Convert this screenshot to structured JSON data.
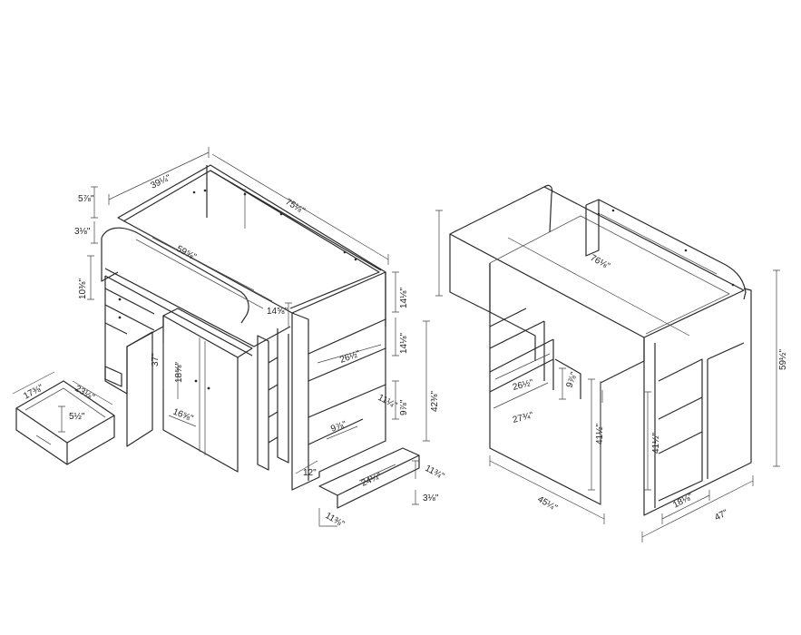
{
  "left_view": {
    "dims": {
      "d_5_7_8": "5⅞\"",
      "d_39_1_4": "39¼\"",
      "d_75_1_8": "75⅛\"",
      "d_3_1_8": "3⅛\"",
      "d_59_5_8": "59⅝\"",
      "d_10_3_8": "10⅜\"",
      "d_14_1_8": "14⅛\"",
      "d_14_5_8": "14⅝\"",
      "d_14_1_8_b": "14⅛\"",
      "d_26_1_2": "26½\"",
      "d_37": "37\"",
      "d_18_5_8": "18⅝\"",
      "d_11_1_4": "11¼\"",
      "d_9_7_8": "9⅞\"",
      "d_42_3_8": "42⅜\"",
      "d_16_5_8": "16⅝\"",
      "d_9_7_8_b": "9⅞\"",
      "d_12": "12\"",
      "d_11_3_4": "11¾\"",
      "d_24_1_4": "24¼\"",
      "d_3_1_8_b": "3⅛\"",
      "d_11_3_8": "11⅜\""
    },
    "drawer_dims": {
      "d_17_3_8": "17⅜\"",
      "d_23_1_8": "23⅛\"",
      "d_5_1_2": "5½\""
    }
  },
  "right_view": {
    "dims": {
      "d_76_1_8": "76⅛\"",
      "d_26_1_2": "26½\"",
      "d_9_7_8": "9⅞\"",
      "d_27_3_4": "27¾\"",
      "d_41_1_2": "41½\"",
      "d_45_1_4": "45¼\"",
      "d_41_1_2_b": "41½\"",
      "d_59_1_2": "59½\"",
      "d_18_1_8": "18⅛\"",
      "d_47": "47\""
    }
  }
}
